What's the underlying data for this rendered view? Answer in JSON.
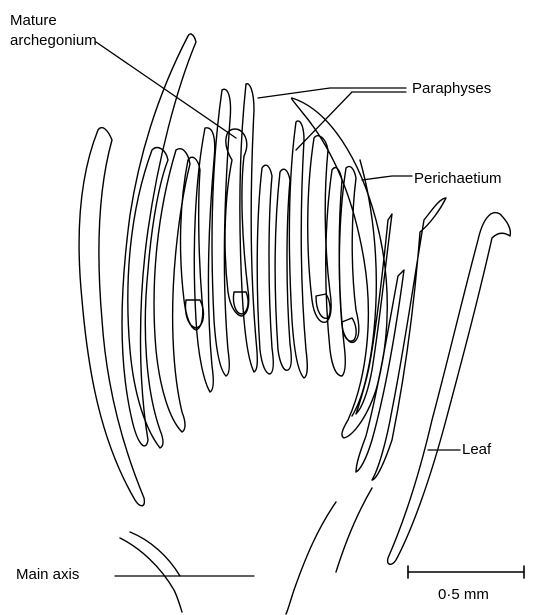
{
  "labels": {
    "mature_archegonium_line1": "Mature",
    "mature_archegonium_line2": "archegonium",
    "paraphyses": "Paraphyses",
    "perichaetium": "Perichaetium",
    "leaf": "Leaf",
    "main_axis": "Main axis",
    "scale_bar": "0·5 mm"
  },
  "colors": {
    "ink": "#000000",
    "background": "#ffffff"
  }
}
